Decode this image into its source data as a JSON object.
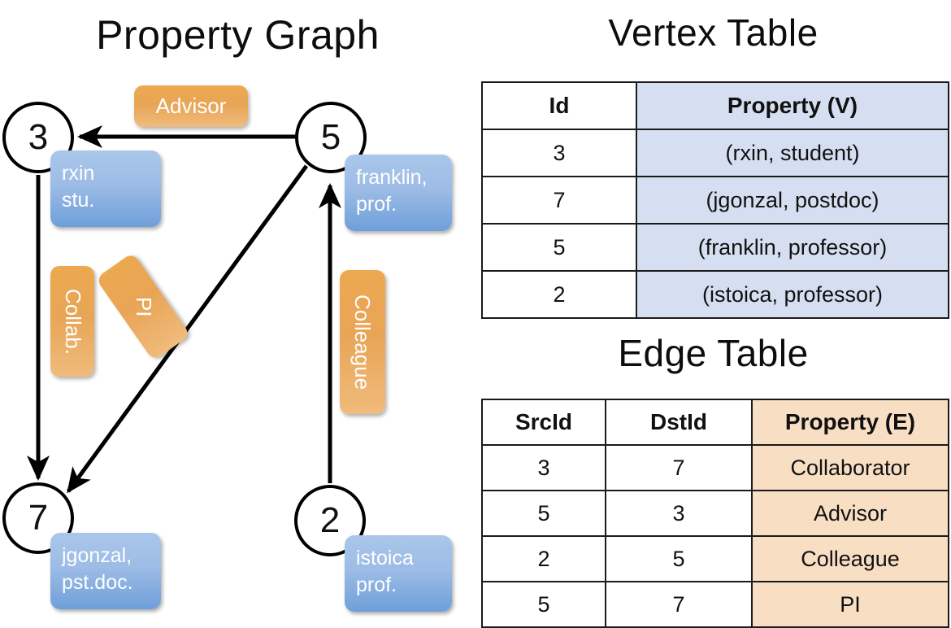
{
  "titles": {
    "property_graph": "Property Graph",
    "vertex_table": "Vertex Table",
    "edge_table": "Edge Table"
  },
  "graph": {
    "nodes": [
      {
        "id": "3",
        "property_lines": [
          "rxin",
          "stu."
        ]
      },
      {
        "id": "5",
        "property_lines": [
          "franklin,",
          "prof."
        ]
      },
      {
        "id": "7",
        "property_lines": [
          "jgonzal,",
          "pst.doc."
        ]
      },
      {
        "id": "2",
        "property_lines": [
          "istoica",
          "prof."
        ]
      }
    ],
    "edge_labels": [
      {
        "name": "advisor",
        "text": "Advisor"
      },
      {
        "name": "collab",
        "text": "Collab."
      },
      {
        "name": "pi",
        "text": "PI"
      },
      {
        "name": "colleague",
        "text": "Colleague"
      }
    ]
  },
  "vertex_table": {
    "columns": [
      "Id",
      "Property (V)"
    ],
    "rows": [
      {
        "id": "3",
        "property": "(rxin, student)"
      },
      {
        "id": "7",
        "property": "(jgonzal, postdoc)"
      },
      {
        "id": "5",
        "property": "(franklin, professor)"
      },
      {
        "id": "2",
        "property": "(istoica, professor)"
      }
    ]
  },
  "edge_table": {
    "columns": [
      "SrcId",
      "DstId",
      "Property (E)"
    ],
    "rows": [
      {
        "src": "3",
        "dst": "7",
        "property": "Collaborator"
      },
      {
        "src": "5",
        "dst": "3",
        "property": "Advisor"
      },
      {
        "src": "2",
        "dst": "5",
        "property": "Colleague"
      },
      {
        "src": "5",
        "dst": "7",
        "property": "PI"
      }
    ]
  },
  "colors": {
    "vertex_property_fill": "#d6dff1",
    "edge_property_fill": "#f8dfc4",
    "node_callout_blue": "#6e9fd9",
    "edge_label_orange": "#eda850",
    "stroke": "#1a1a1a"
  }
}
